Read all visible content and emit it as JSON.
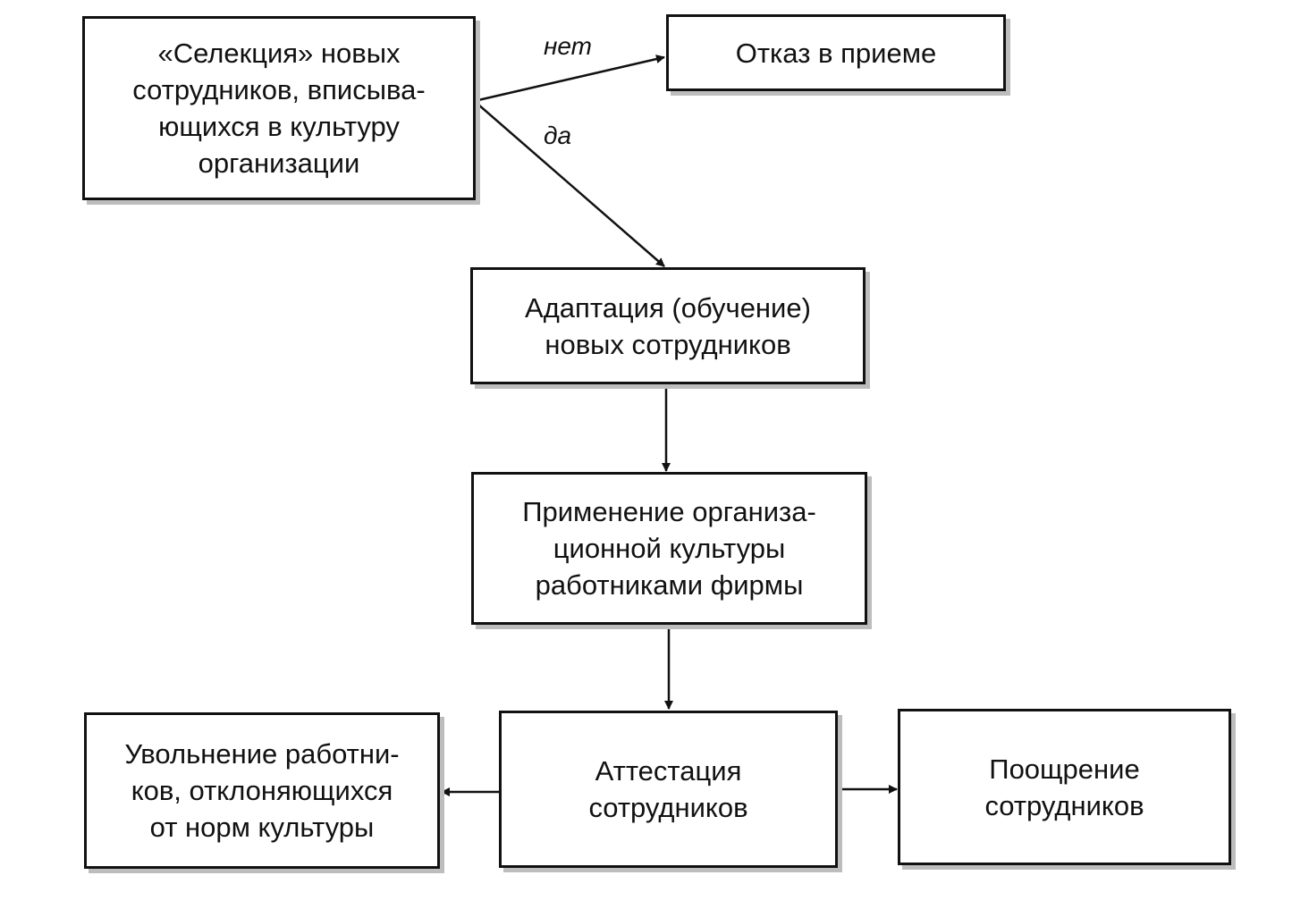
{
  "nodes": {
    "selection": {
      "lines": [
        "«Селекция» новых",
        "сотрудников, вписыва-",
        "ющихся в культуру",
        "организации"
      ]
    },
    "rejection": {
      "lines": [
        "Отказ в приеме"
      ]
    },
    "adaptation": {
      "lines": [
        "Адаптация (обучение)",
        "новых сотрудников"
      ]
    },
    "application": {
      "lines": [
        "Применение организа-",
        "ционной культуры",
        "работниками фирмы"
      ]
    },
    "dismissal": {
      "lines": [
        "Увольнение работни-",
        "ков, отклоняющихся",
        "от норм культуры"
      ]
    },
    "attestation": {
      "lines": [
        "Аттестация",
        "сотрудников"
      ]
    },
    "reward": {
      "lines": [
        "Поощрение",
        "сотрудников"
      ]
    }
  },
  "edge_labels": {
    "no": "нет",
    "yes": "да"
  }
}
